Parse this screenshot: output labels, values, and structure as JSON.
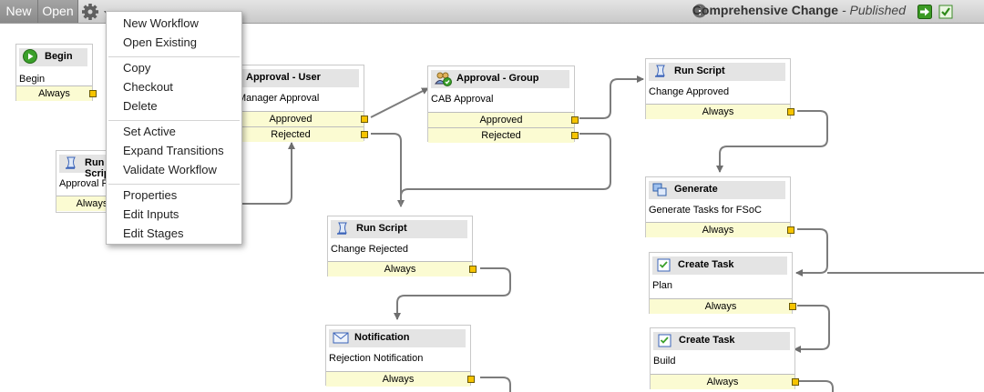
{
  "toolbar": {
    "new_label": "New",
    "open_label": "Open",
    "workflow_name": "Comprehensive Change",
    "workflow_status": " - Published"
  },
  "menu": {
    "items": [
      "New Workflow",
      "Open Existing",
      "Copy",
      "Checkout",
      "Delete",
      "Set Active",
      "Expand Transitions",
      "Validate Workflow",
      "Properties",
      "Edit Inputs",
      "Edit Stages"
    ]
  },
  "nodes": [
    {
      "title": "Begin",
      "sub": "Begin",
      "ports": [
        "Always"
      ],
      "icon": "play-icon"
    },
    {
      "title": "Run Script",
      "sub": "Approval Required",
      "ports": [
        "Always"
      ],
      "icon": "script-icon"
    },
    {
      "title": "Approval - User",
      "sub": "Manager Approval",
      "ports": [
        "Approved",
        "Rejected"
      ],
      "icon": "user-approval-icon"
    },
    {
      "title": "Approval - Group",
      "sub": "CAB Approval",
      "ports": [
        "Approved",
        "Rejected"
      ],
      "icon": "group-approval-icon"
    },
    {
      "title": "Run Script",
      "sub": "Change Approved",
      "ports": [
        "Always"
      ],
      "icon": "script-icon"
    },
    {
      "title": "Run Script",
      "sub": "Change Rejected",
      "ports": [
        "Always"
      ],
      "icon": "script-icon"
    },
    {
      "title": "Generate",
      "sub": "Generate Tasks for FSoC",
      "ports": [
        "Always"
      ],
      "icon": "generate-icon"
    },
    {
      "title": "Create Task",
      "sub": "Plan",
      "ports": [
        "Always"
      ],
      "icon": "task-icon"
    },
    {
      "title": "Notification",
      "sub": "Rejection Notification",
      "ports": [
        "Always"
      ],
      "icon": "mail-icon"
    },
    {
      "title": "Create Task",
      "sub": "Build",
      "ports": [
        "Always"
      ],
      "icon": "task-icon"
    }
  ]
}
